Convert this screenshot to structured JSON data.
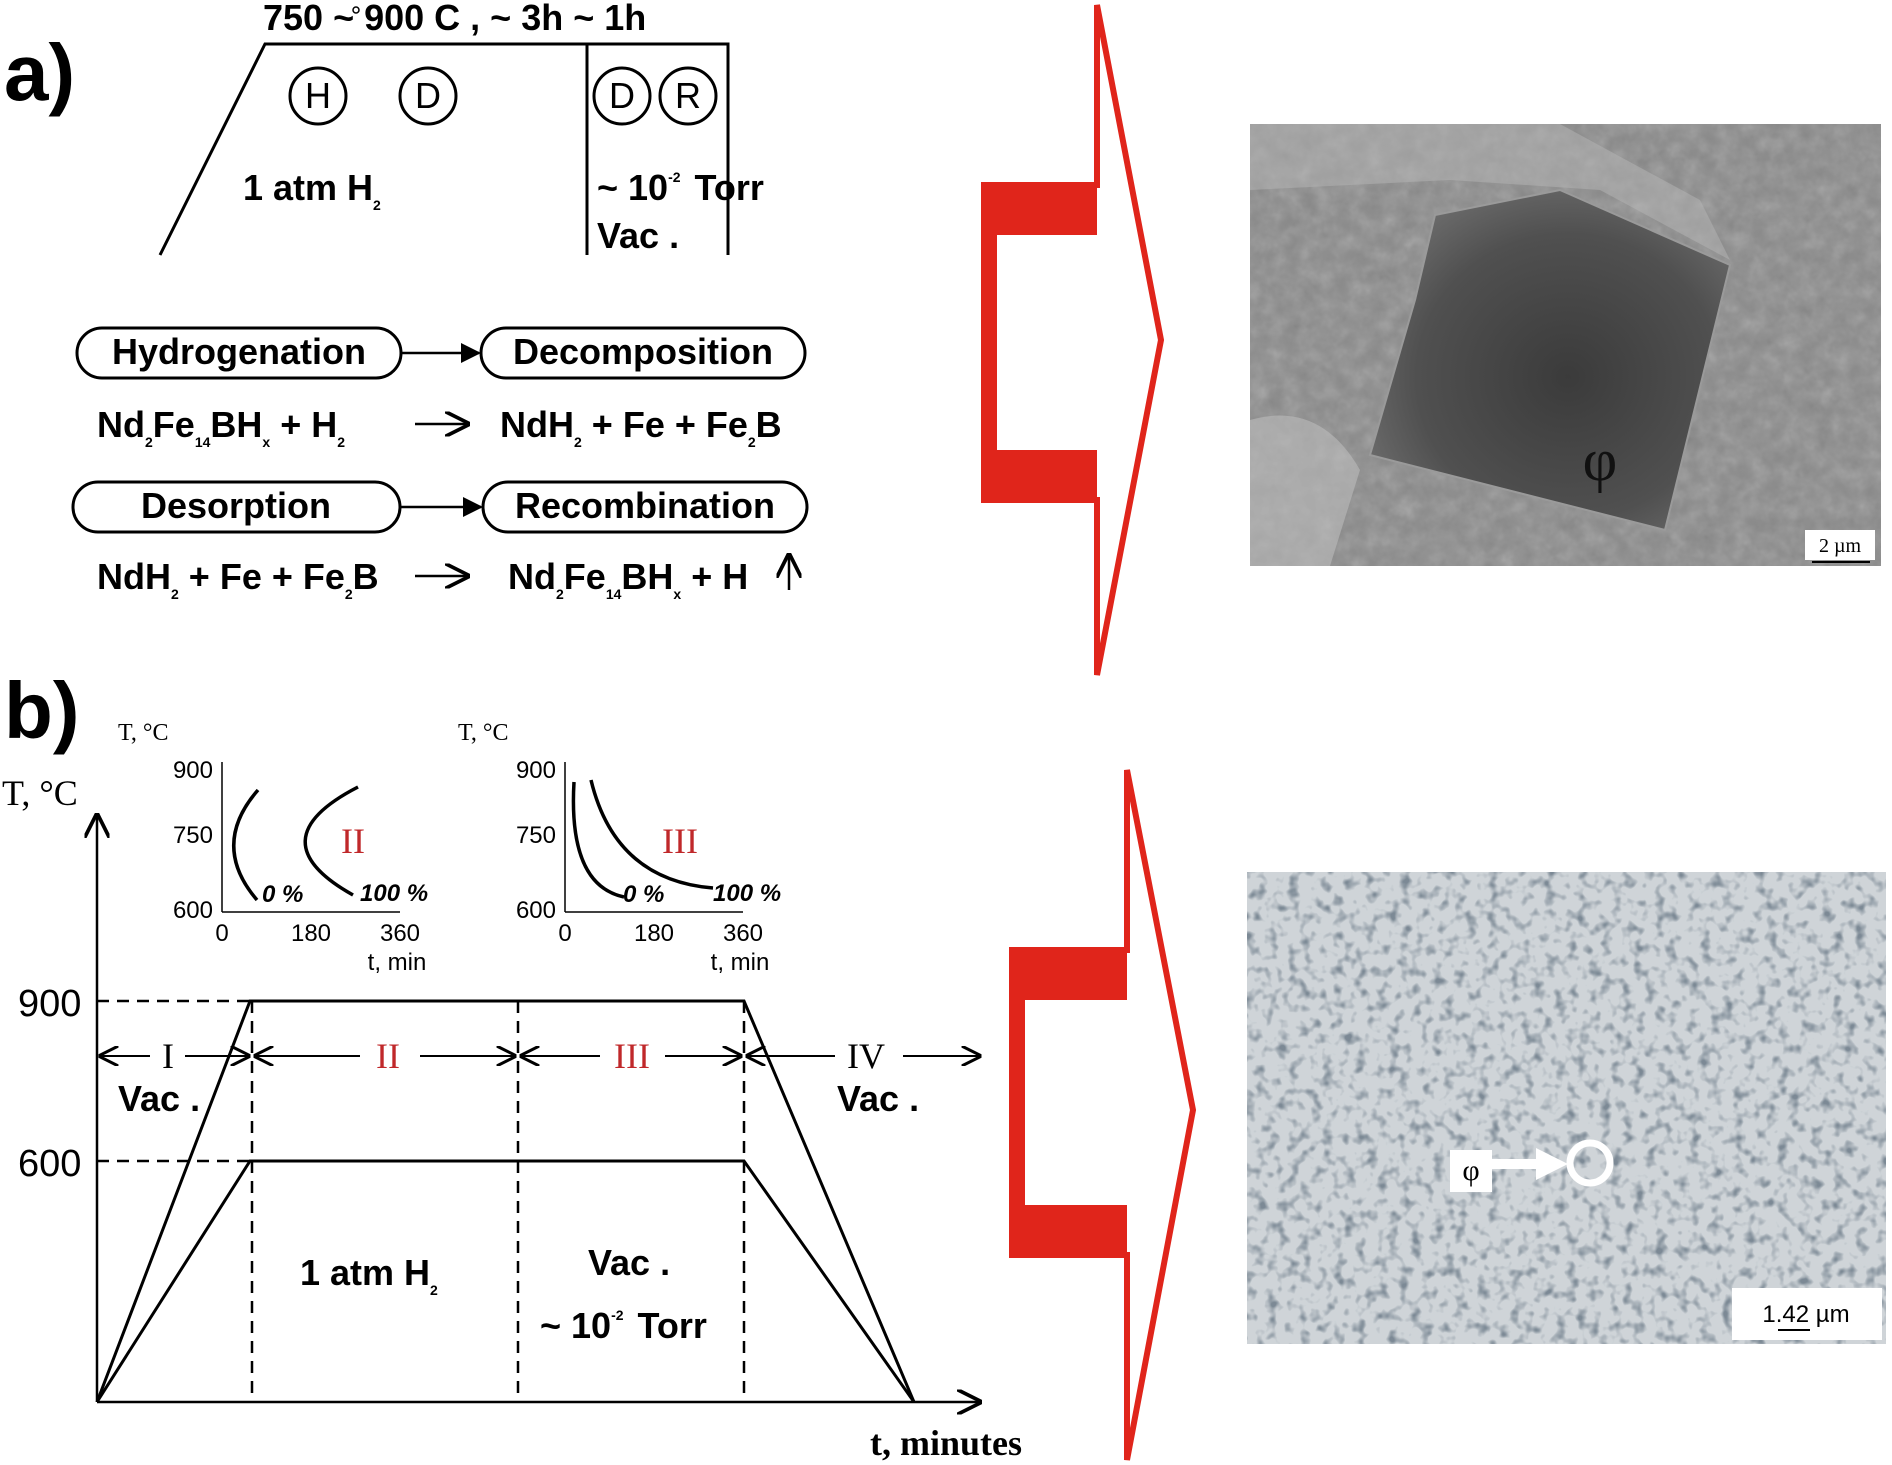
{
  "panel_a": {
    "label": "a)",
    "conditions_top": "750 ~ 900 C ,  ~ 3h   ~ 1h",
    "circles": [
      "H",
      "D",
      "D",
      "R"
    ],
    "atm_h2": "1 atm  H",
    "atm_h2_sub": "2",
    "vacuum_line": "~ 10",
    "vacuum_exp": "-2",
    "vacuum_unit": "Torr",
    "vac": "Vac .",
    "step1": "Hydrogenation",
    "step2": "Decomposition",
    "step3": "Desorption",
    "step4": "Recombination",
    "reaction1_left": [
      "Nd",
      "2",
      "Fe",
      "14",
      "BH",
      "x",
      " + H",
      "2"
    ],
    "reaction1_right": [
      "NdH",
      "2",
      " + Fe + Fe",
      "2",
      "B"
    ],
    "reaction2_left": [
      "NdH",
      "2",
      " + Fe + Fe",
      "2",
      "B"
    ],
    "reaction2_right": [
      "Nd",
      "2",
      "Fe",
      "14",
      "BH",
      "x",
      " + H"
    ]
  },
  "panel_b": {
    "label": "b)",
    "y_axis_label": "T, °C",
    "x_axis_label": "t, minutes",
    "y_ticks": [
      "900",
      "600"
    ],
    "stages": [
      "I",
      "II",
      "III",
      "IV"
    ],
    "vac_left": "Vac .",
    "vac_right": "Vac .",
    "atm_h2": "1 atm  H",
    "atm_h2_sub": "2",
    "vac_mid": "Vac .",
    "torr_line": "~ 10",
    "torr_exp": "-2",
    "torr_unit": "Torr",
    "inset_y_label": "T, °C",
    "inset_y_ticks": [
      "900",
      "750",
      "600"
    ],
    "inset_x_ticks": [
      "0",
      "180",
      "360"
    ],
    "inset_x_label": "t, min",
    "inset1_stage": "II",
    "inset2_stage": "III",
    "inset_curve_labels": [
      "0 %",
      "100 %"
    ]
  },
  "micrographs": {
    "top_scale": "2 µm",
    "top_phase": "φ",
    "bottom_scale": "1.42 µm",
    "bottom_phase_from": "φ"
  },
  "colors": {
    "arrow_red": "#e0251b",
    "stage_red": "#c0282a"
  }
}
